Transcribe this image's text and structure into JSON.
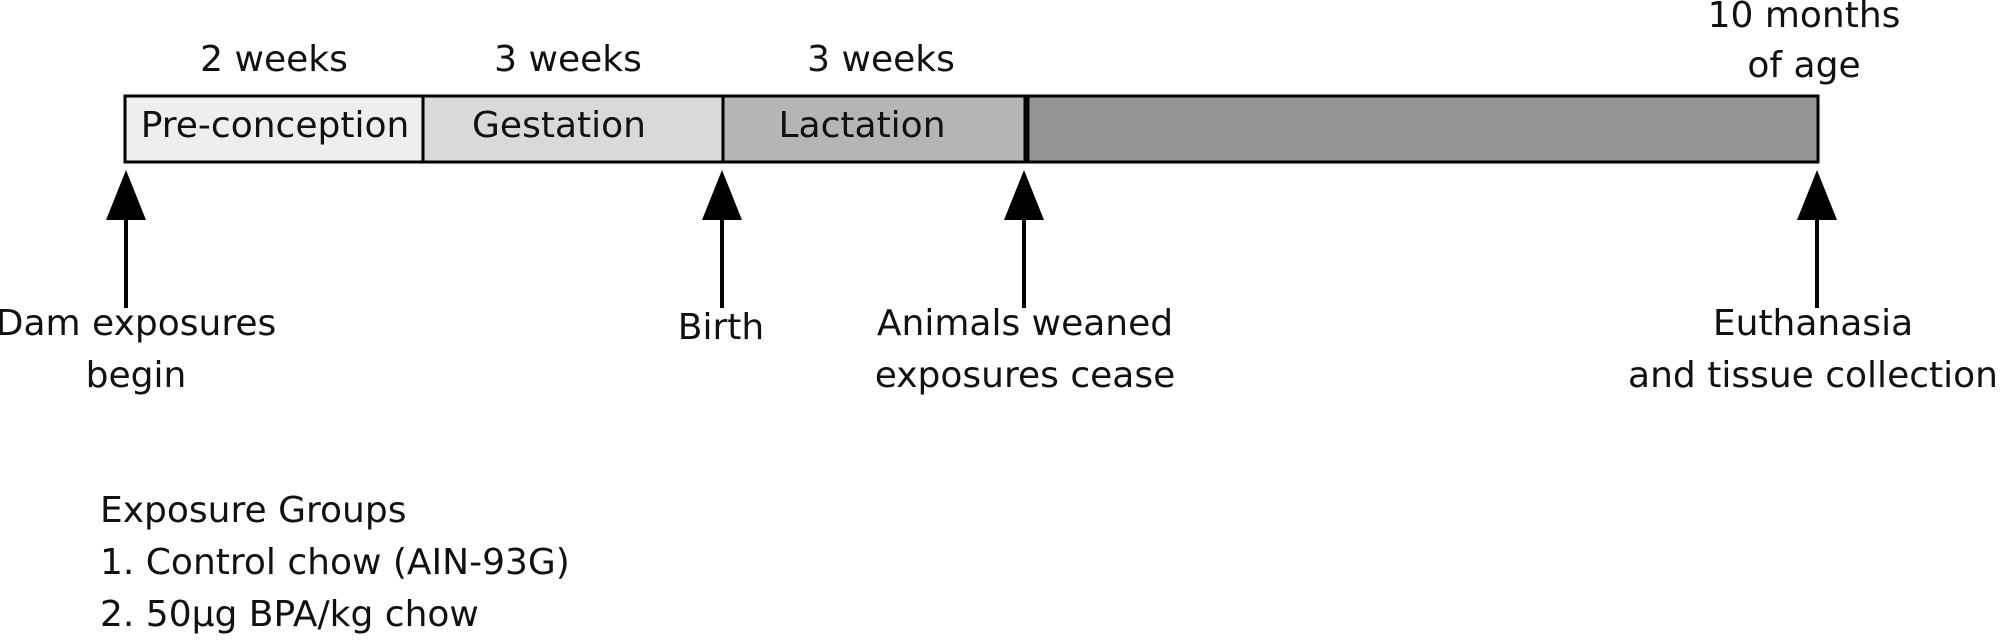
{
  "durations": {
    "preconception": "2 weeks",
    "gestation": "3 weeks",
    "lactation": "3 weeks"
  },
  "end_label": {
    "line1": "10 months",
    "line2": "of age"
  },
  "phases": {
    "preconception": "Pre-conception",
    "gestation": "Gestation",
    "lactation": "Lactation"
  },
  "events": {
    "dam_exposures": {
      "line1": "Dam exposures",
      "line2": "begin"
    },
    "birth": {
      "line1": "Birth"
    },
    "weaned": {
      "line1": "Animals weaned",
      "line2": "exposures cease"
    },
    "euthanasia": {
      "line1": "Euthanasia",
      "line2": "and tissue collection"
    }
  },
  "exposure_groups": {
    "title": "Exposure Groups",
    "items": [
      "1. Control chow (AIN-93G)",
      "2. 50μg BPA/kg chow"
    ]
  },
  "colors": {
    "preconception": "#eeeeee",
    "gestation": "#d9d9d9",
    "lactation": "#b5b5b5",
    "postweaning": "#969696",
    "stroke": "#000000"
  }
}
